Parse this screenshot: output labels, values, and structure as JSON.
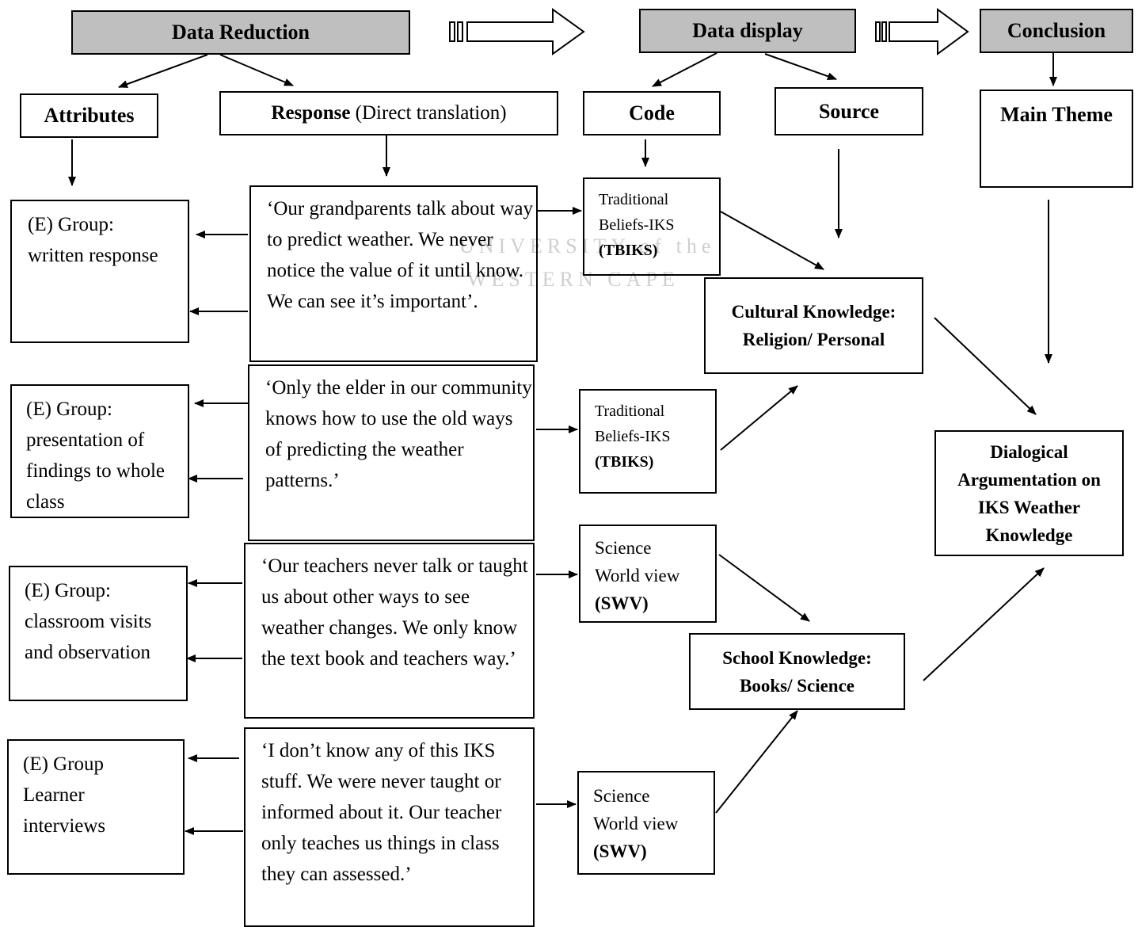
{
  "headers": {
    "data_reduction": "Data Reduction",
    "data_display": "Data display",
    "conclusion": "Conclusion"
  },
  "columns": {
    "attributes": "Attributes",
    "response_bold": "Response",
    "response_rest": " (Direct translation)",
    "code": "Code",
    "source": "Source",
    "main_theme": "Main Theme"
  },
  "attributes": [
    "(E) Group: written response",
    "(E) Group: presentation of findings to whole class",
    "(E) Group: classroom visits and observation",
    "(E) Group Learner interviews"
  ],
  "responses": [
    "‘Our grandparents talk about way to predict weather. We never notice the value of it until know. We can see it’s important’.",
    "‘Only the elder in our community knows how to use the old ways of predicting the weather patterns.’",
    "‘Our teachers never talk or taught us about other ways to see weather changes. We only know the text book and teachers way.’",
    "‘I don’t know any of this IKS stuff. We were never taught or informed about it. Our teacher only teaches us things in class they can assessed.’"
  ],
  "codes": [
    {
      "line1": "Traditional",
      "line2": "Beliefs-IKS",
      "abbr": "(TBIKS)"
    },
    {
      "line1": "Traditional",
      "line2": "Beliefs-IKS",
      "abbr": "(TBIKS)"
    },
    {
      "line1": "Science",
      "line2": "World view",
      "abbr": "(SWV)"
    },
    {
      "line1": "Science",
      "line2": "World view",
      "abbr": "(SWV)"
    }
  ],
  "sources": {
    "cultural": "Cultural Knowledge: Religion/ Personal",
    "school": "School Knowledge: Books/ Science"
  },
  "theme": "Dialogical Argumentation on IKS Weather Knowledge",
  "watermark": {
    "line1": "UNIVERSITY of the",
    "line2": "WESTERN CAPE"
  }
}
